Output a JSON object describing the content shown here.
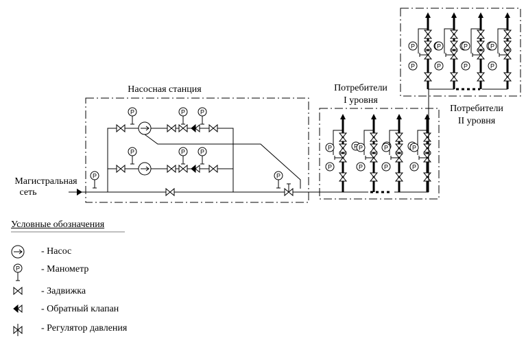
{
  "labels": {
    "pump_station": "Насосная станция",
    "main_network_line1": "Магистральная",
    "main_network_line2": "сеть",
    "consumers1_line1": "Потребители",
    "consumers1_line2": "I уровня",
    "consumers2_line1": "Потребители",
    "consumers2_line2": "II уровня"
  },
  "gauge_letter": "P",
  "legend": {
    "title": "Условные обозначения",
    "items": [
      {
        "icon": "pump-icon",
        "text": "- Насос"
      },
      {
        "icon": "manometer-icon",
        "text": "- Манометр"
      },
      {
        "icon": "gate-valve-icon",
        "text": "- Задвижка"
      },
      {
        "icon": "check-valve-icon",
        "text": "- Обратный клапан"
      },
      {
        "icon": "pressure-regulator-icon",
        "text": "- Регулятор давления"
      }
    ]
  }
}
